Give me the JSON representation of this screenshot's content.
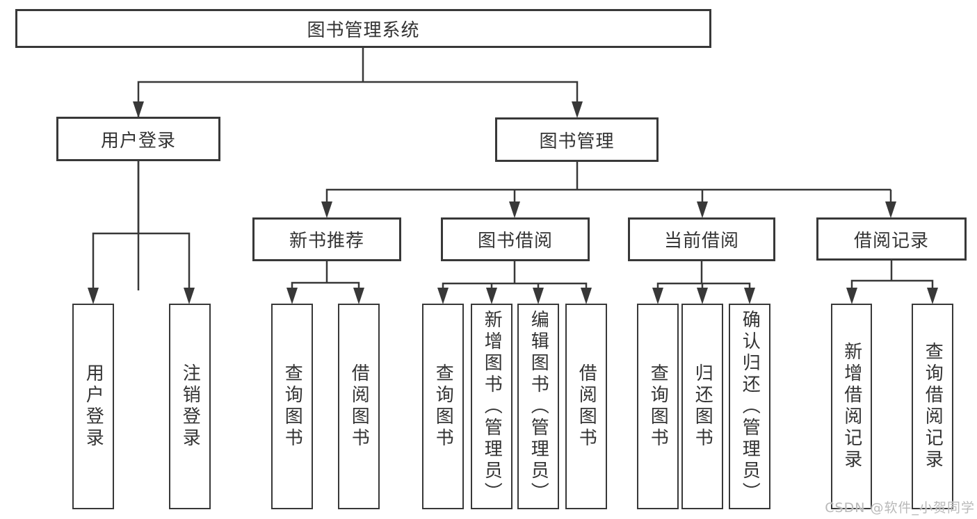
{
  "diagram": {
    "type": "tree",
    "root": {
      "label": "图书管理系统",
      "children": [
        {
          "label": "用户登录",
          "children": [
            {
              "label": "用户登录"
            },
            {
              "label": "注销登录"
            }
          ]
        },
        {
          "label": "图书管理",
          "children": [
            {
              "label": "新书推荐",
              "children": [
                {
                  "label": "查询图书"
                },
                {
                  "label": "借阅图书"
                }
              ]
            },
            {
              "label": "图书借阅",
              "children": [
                {
                  "label": "查询图书"
                },
                {
                  "label": "新增图书（管理员）"
                },
                {
                  "label": "编辑图书（管理员）"
                },
                {
                  "label": "借阅图书"
                }
              ]
            },
            {
              "label": "当前借阅",
              "children": [
                {
                  "label": "查询图书"
                },
                {
                  "label": "归还图书"
                },
                {
                  "label": "确认归还（管理员）"
                }
              ]
            },
            {
              "label": "借阅记录",
              "children": [
                {
                  "label": "新增借阅记录"
                },
                {
                  "label": "查询借阅记录"
                }
              ]
            }
          ]
        }
      ]
    },
    "colors": {
      "line": "#383838",
      "box_border": "#383838",
      "text": "#333333",
      "background": "#ffffff"
    }
  },
  "watermark": {
    "text": "CSDN @软件_小贺同学"
  }
}
